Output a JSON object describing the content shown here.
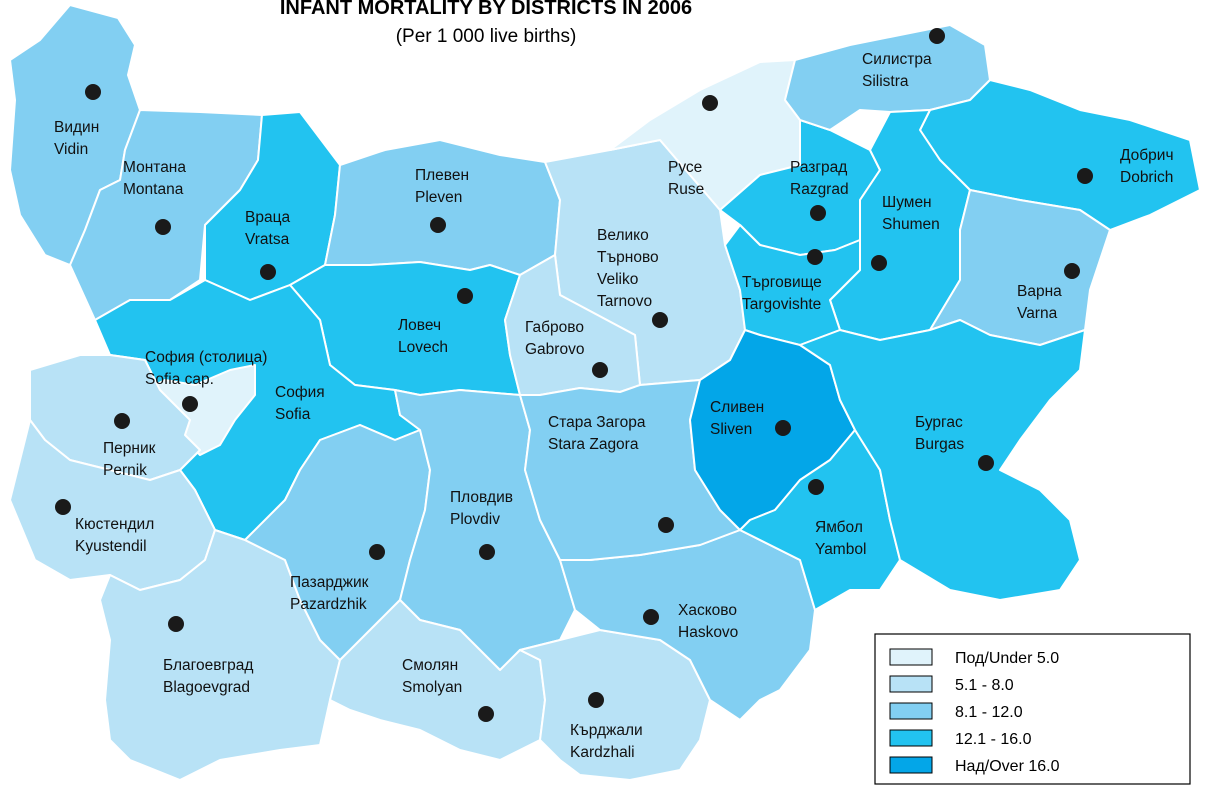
{
  "title": "INFANT MORTALITY BY DISTRICTS IN 2006",
  "subtitle": "(Per 1 000 live births)",
  "colors": {
    "c1": "#e0f3fb",
    "c2": "#b8e2f6",
    "c3": "#82cff2",
    "c4": "#22c3f0",
    "c5": "#03a6e8"
  },
  "legend": [
    {
      "label": "Под/Under 5.0",
      "color_class": "c1"
    },
    {
      "label": "5.1 -  8.0",
      "color_class": "c2"
    },
    {
      "label": "8.1 - 12.0",
      "color_class": "c3"
    },
    {
      "label": "12.1 - 16.0",
      "color_class": "c4"
    },
    {
      "label": "Над/Over 16.0",
      "color_class": "c5"
    }
  ],
  "districts": [
    {
      "id": "vidin",
      "bg": "Видин",
      "en": "Vidin",
      "class": "c3"
    },
    {
      "id": "montana",
      "bg": "Монтана",
      "en": "Montana",
      "class": "c3"
    },
    {
      "id": "vratsa",
      "bg": "Враца",
      "en": "Vratsa",
      "class": "c4"
    },
    {
      "id": "pleven",
      "bg": "Плевен",
      "en": "Pleven",
      "class": "c3"
    },
    {
      "id": "lovech",
      "bg": "Ловеч",
      "en": "Lovech",
      "class": "c4"
    },
    {
      "id": "veliko-tarnovo",
      "bg": "Велико Търново",
      "en": "Veliko Tarnovo",
      "class": "c2"
    },
    {
      "id": "gabrovo",
      "bg": "Габрово",
      "en": "Gabrovo",
      "class": "c2"
    },
    {
      "id": "ruse",
      "bg": "Русе",
      "en": "Ruse",
      "class": "c1"
    },
    {
      "id": "razgrad",
      "bg": "Разград",
      "en": "Razgrad",
      "class": "c4"
    },
    {
      "id": "silistra",
      "bg": "Силистра",
      "en": "Silistra",
      "class": "c3"
    },
    {
      "id": "dobrich",
      "bg": "Добрич",
      "en": "Dobrich",
      "class": "c4"
    },
    {
      "id": "shumen",
      "bg": "Шумен",
      "en": "Shumen",
      "class": "c4"
    },
    {
      "id": "targovishte",
      "bg": "Търговище",
      "en": "Targovishte",
      "class": "c4"
    },
    {
      "id": "varna",
      "bg": "Варна",
      "en": "Varna",
      "class": "c3"
    },
    {
      "id": "sofia-cap",
      "bg": "София (столица)",
      "en": "Sofia cap.",
      "class": "c1"
    },
    {
      "id": "sofia",
      "bg": "София",
      "en": "Sofia",
      "class": "c4"
    },
    {
      "id": "pernik",
      "bg": "Перник",
      "en": "Pernik",
      "class": "c2"
    },
    {
      "id": "kyustendil",
      "bg": "Кюстендил",
      "en": "Kyustendil",
      "class": "c2"
    },
    {
      "id": "blagoevgrad",
      "bg": "Благоевград",
      "en": "Blagoevgrad",
      "class": "c2"
    },
    {
      "id": "pazardzhik",
      "bg": "Пазарджик",
      "en": "Pazardzhik",
      "class": "c3"
    },
    {
      "id": "plovdiv",
      "bg": "Пловдив",
      "en": "Plovdiv",
      "class": "c3"
    },
    {
      "id": "smolyan",
      "bg": "Смолян",
      "en": "Smolyan",
      "class": "c2"
    },
    {
      "id": "kardzhali",
      "bg": "Кърджали",
      "en": "Kardzhali",
      "class": "c2"
    },
    {
      "id": "haskovo",
      "bg": "Хасково",
      "en": "Haskovo",
      "class": "c3"
    },
    {
      "id": "stara-zagora",
      "bg": "Стара Загора",
      "en": "Stara Zagora",
      "class": "c3"
    },
    {
      "id": "sliven",
      "bg": "Сливен",
      "en": "Sliven",
      "class": "c5"
    },
    {
      "id": "yambol",
      "bg": "Ямбол",
      "en": "Yambol",
      "class": "c4"
    },
    {
      "id": "burgas",
      "bg": "Бургас",
      "en": "Burgas",
      "class": "c4"
    }
  ]
}
